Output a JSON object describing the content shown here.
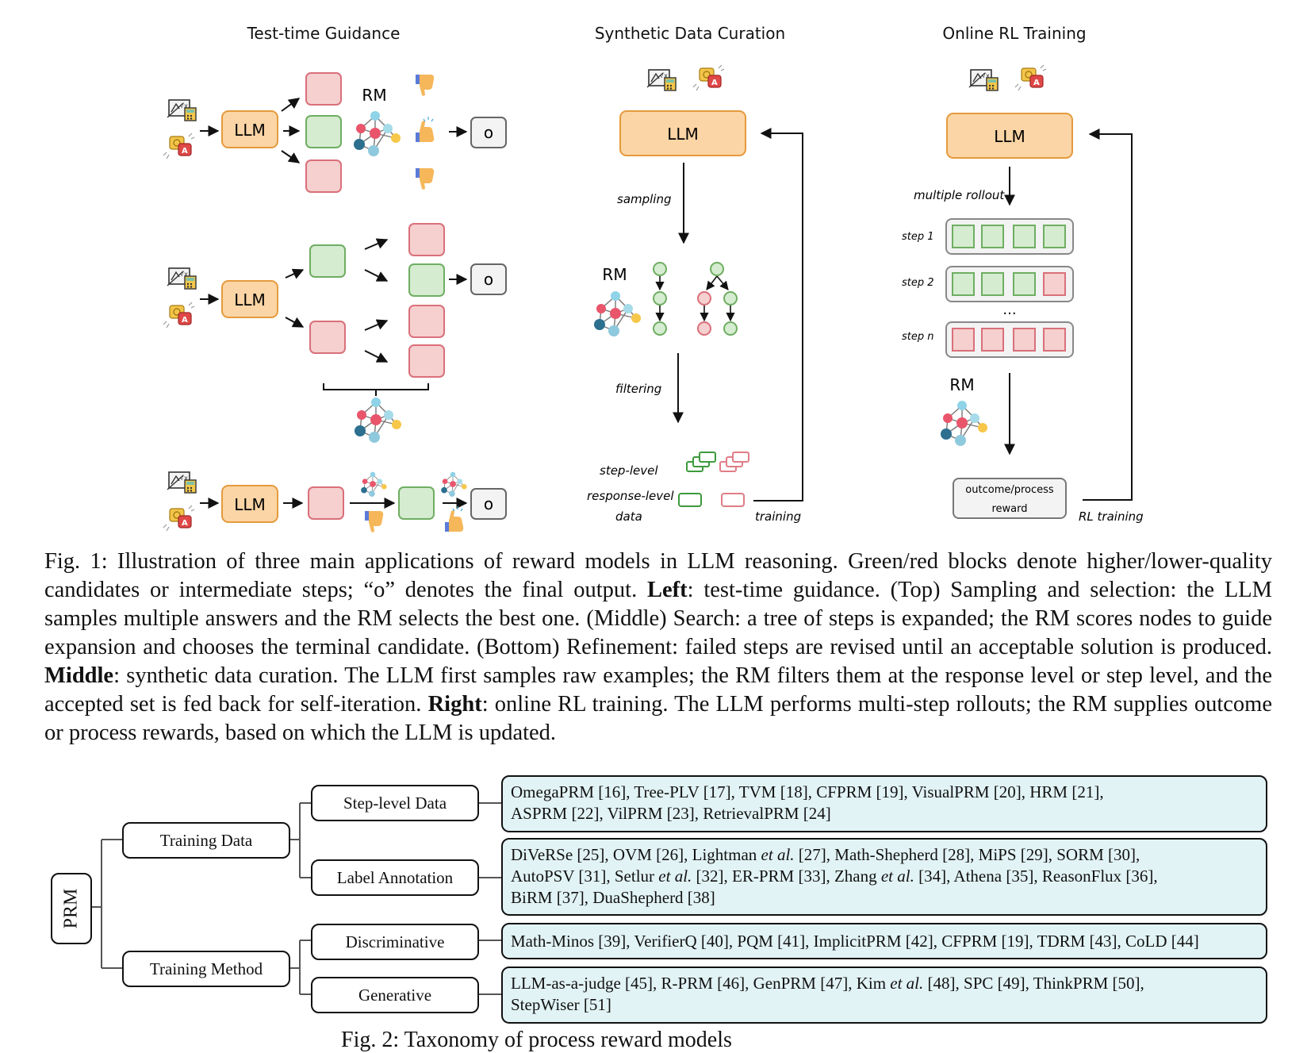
{
  "figure1": {
    "panel_titles": {
      "left": "Test-time Guidance",
      "middle": "Synthetic Data Curation",
      "right": "Online RL Training"
    },
    "llm_label": "LLM",
    "rm_label": "RM",
    "output_label": "o",
    "middle": {
      "sampling": "sampling",
      "filtering": "filtering",
      "step_level": "step-level",
      "response_level": "response-level",
      "data": "data",
      "training": "training"
    },
    "right": {
      "multiple_rollout": "multiple rollout",
      "step1": "step 1",
      "step2": "step 2",
      "stepn": "step n",
      "ellipsis": "...",
      "reward_line1": "outcome/process",
      "reward_line2": "reward",
      "rl_training": "RL training"
    },
    "colors": {
      "llm_fill": "#fbd5a5",
      "llm_stroke": "#e59a3c",
      "green_fill": "#d5ecd0",
      "green_stroke": "#6fae62",
      "red_fill": "#f6cfcf",
      "red_stroke": "#d9707a"
    }
  },
  "caption": {
    "prefix": "Fig. 1: Illustration of three main applications of reward models in LLM reasoning. Green/red blocks denote higher/lower-quality candidates or intermediate steps; “o” denotes the final output. ",
    "left_bold": "Left",
    "left_text": ": test-time guidance. (Top) Sampling and selection: the LLM samples multiple answers and the RM selects the best one. (Middle) Search: a tree of steps is expanded; the RM scores nodes to guide expansion and chooses the terminal candidate. (Bottom) Refinement: failed steps are revised until an acceptable solution is produced. ",
    "middle_bold": "Middle",
    "middle_text": ": synthetic data curation. The LLM first samples raw examples; the RM filters them at the response level or step level, and the accepted set is fed back for self-iteration. ",
    "right_bold": "Right",
    "right_text": ": online RL training. The LLM performs multi-step rollouts; the RM supplies outcome or process rewards, based on which the LLM is updated."
  },
  "figure2": {
    "root": "PRM",
    "branches": [
      "Training Data",
      "Training Method"
    ],
    "nodes": [
      "Step-level Data",
      "Label Annotation",
      "Discriminative",
      "Generative"
    ],
    "leaves": {
      "step_level": [
        "OmegaPRM [16], Tree-PLV [17], TVM [18], CFPRM [19], VisualPRM [20], HRM [21],",
        "ASPRM [22], VilPRM [23], RetrievalPRM [24]"
      ],
      "label_annotation": {
        "line1_a": "DiVeRSe [25], OVM [26], Lightman ",
        "line1_b": "et al.",
        "line1_c": " [27], Math-Shepherd [28], MiPS [29], SORM [30],",
        "line2_a": "AutoPSV [31], Setlur ",
        "line2_b": "et al.",
        "line2_c": " [32], ER-PRM [33], Zhang ",
        "line2_d": "et al.",
        "line2_e": " [34], Athena [35], ReasonFlux [36],",
        "line3": "BiRM [37], DuaShepherd [38]"
      },
      "discriminative": "Math-Minos [39], VerifierQ [40], PQM [41], ImplicitPRM [42], CFPRM [19], TDRM [43], CoLD [44]",
      "generative": {
        "line1_a": "LLM-as-a-judge [45], R-PRM [46], GenPRM [47], Kim ",
        "line1_b": "et al.",
        "line1_c": " [48], SPC [49], ThinkPRM [50],",
        "line2": "StepWiser [51]"
      }
    },
    "caption_partial": "Fig. 2: Taxonomy of process reward models"
  }
}
